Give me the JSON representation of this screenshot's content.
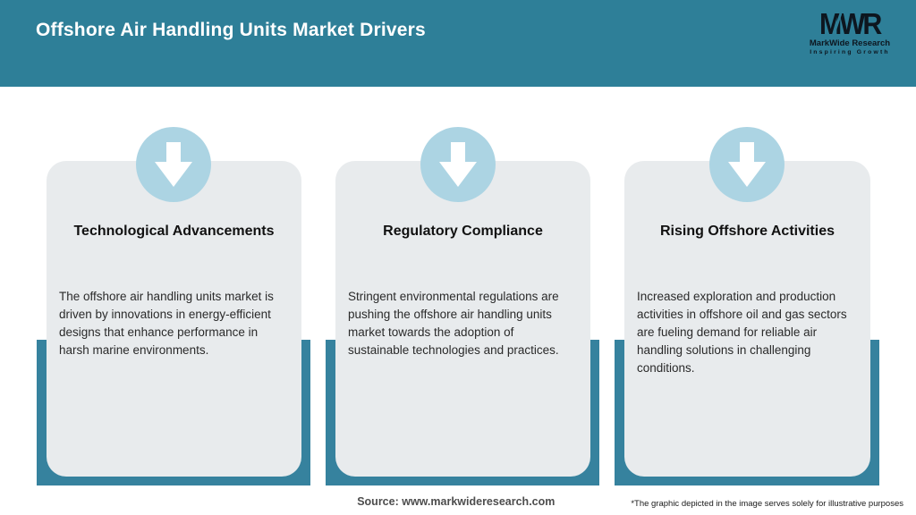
{
  "header": {
    "title": "Offshore Air Handling Units Market Drivers",
    "logo": {
      "monogram": "MWR",
      "name": "MarkWide Research",
      "tagline": "Inspiring Growth"
    }
  },
  "cards": [
    {
      "title": "Technological Advancements",
      "body": "The offshore air handling units market is driven by innovations in energy-efficient designs that enhance performance in harsh marine environments."
    },
    {
      "title": "Regulatory Compliance",
      "body": "Stringent environmental regulations are pushing the offshore air handling units market towards the adoption of sustainable technologies and practices."
    },
    {
      "title": "Rising Offshore Activities",
      "body": "Increased exploration and production activities in offshore oil and gas sectors are fueling demand for reliable air handling solutions in challenging conditions."
    }
  ],
  "footer": {
    "source": "Source: www.markwideresearch.com",
    "disclaimer": "*The graphic depicted in the image serves solely for illustrative purposes"
  },
  "icons": {
    "arrow": "arrow-down-icon"
  },
  "colors": {
    "header_teal": "#2E7F98",
    "frame_teal": "#36829E",
    "circle_blue": "#ACD4E3",
    "card_gray": "#E8EBED",
    "logo_dark": "#0d161f"
  }
}
